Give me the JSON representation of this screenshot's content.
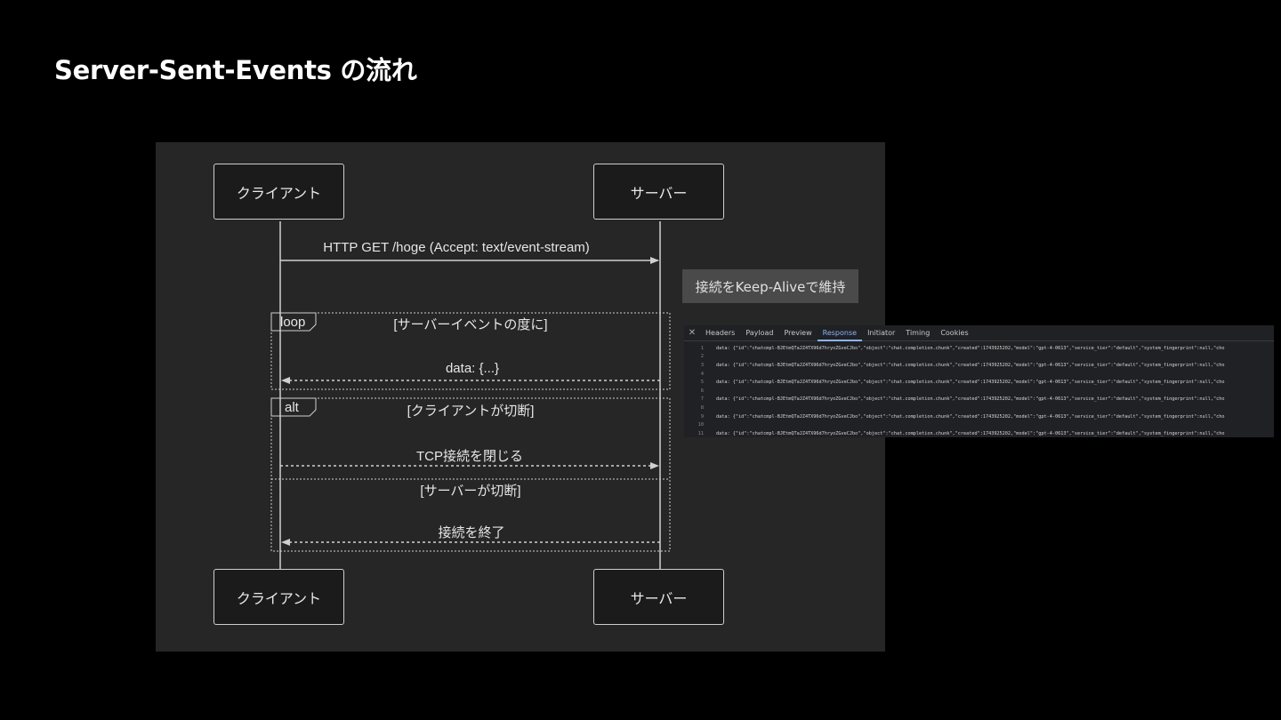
{
  "slide": {
    "title": "Server-Sent-Events の流れ"
  },
  "diagram": {
    "participants": {
      "client_top": "クライアント",
      "server_top": "サーバー",
      "client_bottom": "クライアント",
      "server_bottom": "サーバー"
    },
    "messages": {
      "request": "HTTP GET /hoge (Accept: text/event-stream)",
      "event_data": "data: {...}",
      "tcp_close": "TCP接続を閉じる",
      "connection_end": "接続を終了"
    },
    "frames": {
      "loop_tag": "loop",
      "loop_condition": "[サーバーイベントの度に]",
      "alt_tag": "alt",
      "alt_condition_1": "[クライアントが切断]",
      "alt_condition_2": "[サーバーが切断]"
    },
    "note": "接続をKeep-Aliveで維持"
  },
  "devtools": {
    "close": "✕",
    "tabs": [
      "Headers",
      "Payload",
      "Preview",
      "Response",
      "Initiator",
      "Timing",
      "Cookies"
    ],
    "active_tab": "Response",
    "lines": [
      {
        "num": "1",
        "text": "data: {\"id\":\"chatcmpl-BJEtmQTaJZ4TX96d7hryoZGveCJbo\",\"object\":\"chat.completion.chunk\",\"created\":1743925202,\"model\":\"gpt-4-0613\",\"service_tier\":\"default\",\"system_fingerprint\":null,\"cho"
      },
      {
        "num": "2",
        "text": ""
      },
      {
        "num": "3",
        "text": "data: {\"id\":\"chatcmpl-BJEtmQTaJZ4TX96d7hryoZGveCJbo\",\"object\":\"chat.completion.chunk\",\"created\":1743925202,\"model\":\"gpt-4-0613\",\"service_tier\":\"default\",\"system_fingerprint\":null,\"cho"
      },
      {
        "num": "4",
        "text": ""
      },
      {
        "num": "5",
        "text": "data: {\"id\":\"chatcmpl-BJEtmQTaJZ4TX96d7hryoZGveCJbo\",\"object\":\"chat.completion.chunk\",\"created\":1743925202,\"model\":\"gpt-4-0613\",\"service_tier\":\"default\",\"system_fingerprint\":null,\"cho"
      },
      {
        "num": "6",
        "text": ""
      },
      {
        "num": "7",
        "text": "data: {\"id\":\"chatcmpl-BJEtmQTaJZ4TX96d7hryoZGveCJbo\",\"object\":\"chat.completion.chunk\",\"created\":1743925202,\"model\":\"gpt-4-0613\",\"service_tier\":\"default\",\"system_fingerprint\":null,\"cho"
      },
      {
        "num": "8",
        "text": ""
      },
      {
        "num": "9",
        "text": "data: {\"id\":\"chatcmpl-BJEtmQTaJZ4TX96d7hryoZGveCJbo\",\"object\":\"chat.completion.chunk\",\"created\":1743925202,\"model\":\"gpt-4-0613\",\"service_tier\":\"default\",\"system_fingerprint\":null,\"cho"
      },
      {
        "num": "10",
        "text": ""
      },
      {
        "num": "11",
        "text": "data: {\"id\":\"chatcmpl-BJEtmQTaJZ4TX96d7hryoZGveCJbo\",\"object\":\"chat.completion.chunk\",\"created\":1743925202,\"model\":\"gpt-4-0613\",\"service_tier\":\"default\",\"system_fingerprint\":null,\"cho"
      }
    ]
  },
  "colors": {
    "background": "#000000",
    "panel": "#262626",
    "line": "#d0d0d0",
    "note": "#4a4a4a",
    "devtools_bg": "#202124",
    "active_tab": "#8ab4f8"
  }
}
